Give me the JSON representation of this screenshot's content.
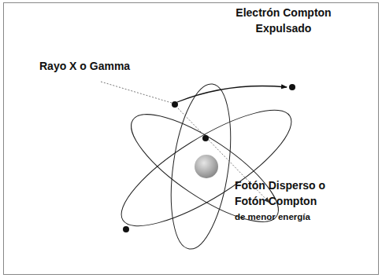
{
  "diagram": {
    "labels": [
      "Rayo X o Gamma",
      "Electrón Compton Expulsado",
      "Fotón Disperso o Fotón Compton",
      "de menor energía"
    ]
  }
}
